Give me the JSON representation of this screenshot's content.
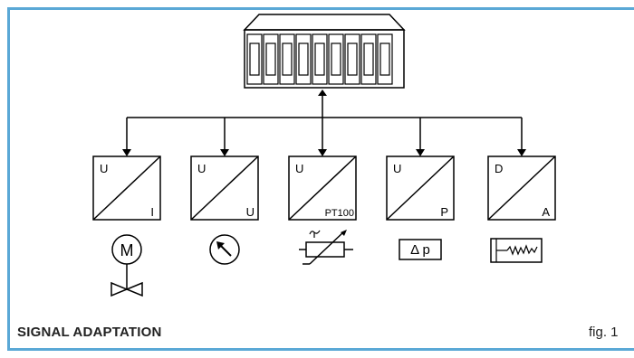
{
  "caption": "SIGNAL ADAPTATION",
  "fig_label": "fig. 1",
  "converters": [
    {
      "top": "U",
      "bottom": "I"
    },
    {
      "top": "U",
      "bottom": "U"
    },
    {
      "top": "U",
      "bottom": "PT100"
    },
    {
      "top": "U",
      "bottom": "P"
    },
    {
      "top": "D",
      "bottom": "A"
    }
  ],
  "motor_symbol": "M",
  "pressure_label": "Δ p",
  "colors": {
    "frame": "#5aa8d6",
    "lines": "#000000"
  }
}
